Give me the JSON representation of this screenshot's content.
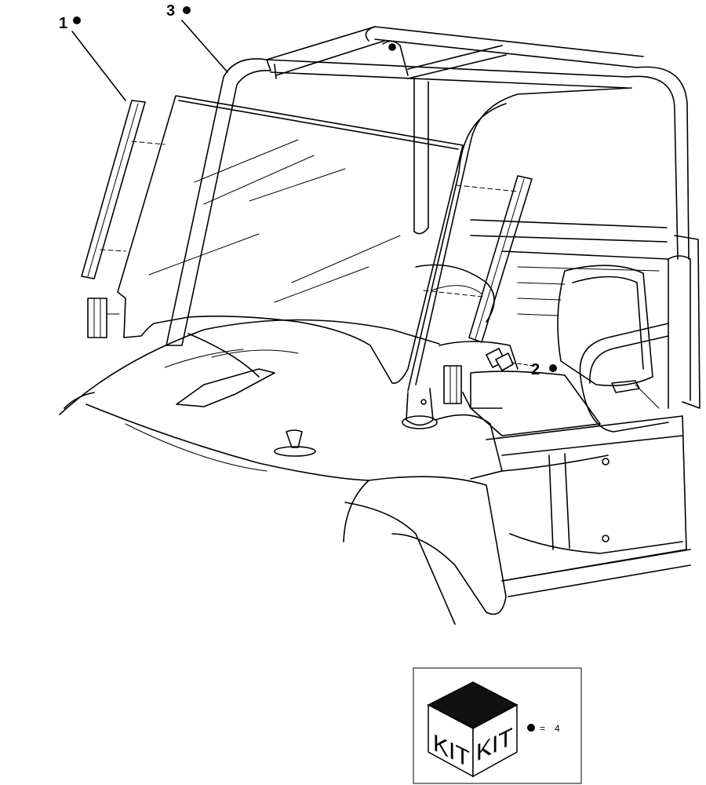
{
  "callouts": [
    {
      "number": "1"
    },
    {
      "number": "2"
    },
    {
      "number": "3"
    }
  ],
  "kit_legend": {
    "face_left_text": "KIT",
    "face_right_text": "KIT",
    "equals_text": "=",
    "count_text": "4"
  },
  "colors": {
    "line": "#000000",
    "background": "#ffffff",
    "kit_top": "#111111"
  }
}
